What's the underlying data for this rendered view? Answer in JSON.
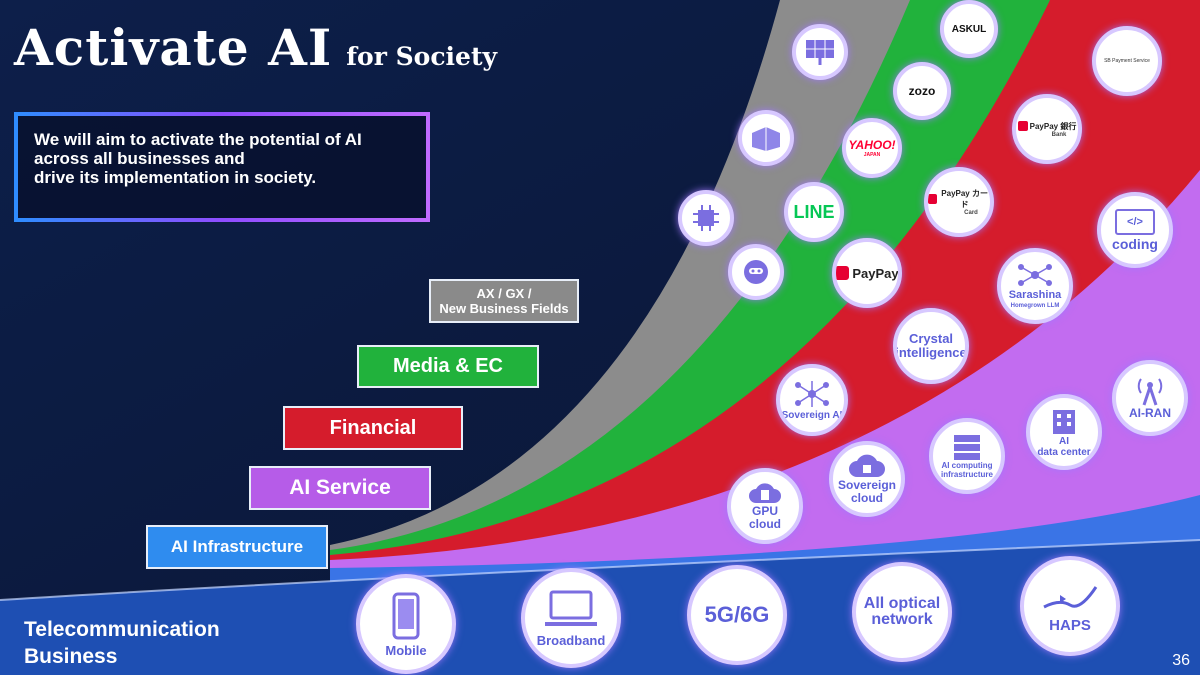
{
  "title": {
    "main": "Activate AI",
    "sub": "for Society"
  },
  "mission": [
    "We will aim to activate the potential of AI",
    "across all businesses and",
    "drive its implementation in society."
  ],
  "steps": {
    "ax_line1": "AX / GX /",
    "ax_line2": "New Business Fields",
    "media": "Media & EC",
    "financial": "Financial",
    "ai_service": "AI Service",
    "ai_infrastructure": "AI Infrastructure"
  },
  "telecom": {
    "line1": "Telecommunication",
    "line2": "Business"
  },
  "page_number": "36",
  "telecom_bubbles": {
    "mobile": "Mobile",
    "broadband": "Broadband",
    "g5g6": "5G/6G",
    "optical_1": "All optical",
    "optical_2": "network",
    "haps": "HAPS"
  },
  "infra_bubbles": {
    "gpu_1": "GPU",
    "gpu_2": "cloud",
    "sovereign_cloud_1": "Sovereign",
    "sovereign_cloud_2": "cloud",
    "ai_computing_1": "AI computing",
    "ai_computing_2": "infrastructure",
    "ai_dc_1": "AI",
    "ai_dc_2": "data center",
    "ai_ran": "AI-RAN"
  },
  "service_bubbles": {
    "sovereign_ai": "Sovereign AI",
    "crystal_1": "Crystal",
    "crystal_2": "intelligence",
    "sarashina": "Sarashina",
    "sarashina_sub": "Homegrown LLM",
    "coding": "coding",
    "coding_symbol": "</>"
  },
  "financial_bubbles": {
    "paypay": "PayPay",
    "paypay_card": "PayPay カード",
    "paypay_card_sub": "Card",
    "paypay_bank": "PayPay 銀行",
    "paypay_bank_sub": "Bank",
    "sb_payment": "SB Payment Service"
  },
  "media_bubbles": {
    "line": "LINE",
    "yahoo": "YAHOO!",
    "yahoo_sub": "JAPAN",
    "zozo": "zozo",
    "askul": "ASKUL"
  },
  "colors": {
    "background": "#0b1a3f",
    "gray": "#8c8c8c",
    "green": "#21b23c",
    "red": "#d51c2c",
    "violet": "#c26cf0",
    "blue": "#3a74e6",
    "paypay_red": "#e60033",
    "line_green": "#06c755",
    "yahoo_red": "#ff0033"
  },
  "icons": [
    "solar-panel-icon",
    "container-icon",
    "chip-icon",
    "robot-icon",
    "phone-icon",
    "laptop-icon",
    "cloud-icon",
    "server-icon",
    "building-icon",
    "antenna-icon",
    "network-icon",
    "code-icon",
    "satellite-wave-icon"
  ]
}
